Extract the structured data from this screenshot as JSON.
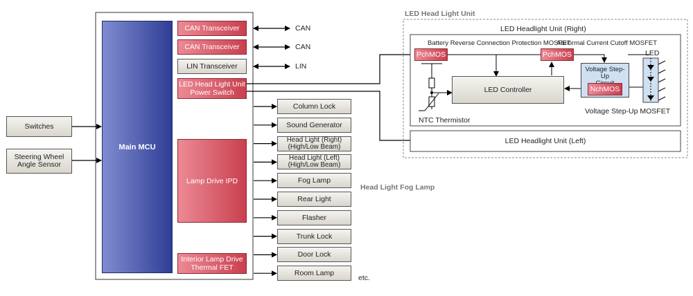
{
  "inputs": {
    "switches": "Switches",
    "steering": [
      "Steering Wheel",
      "Angle Sensor"
    ]
  },
  "mcu": {
    "main": "Main MCU",
    "can1": "CAN Transceiver",
    "can2": "CAN Transceiver",
    "lin": "LIN Transceiver",
    "power_switch": [
      "LED Head Light Unit",
      "Power Switch"
    ],
    "lamp_ipd": "Lamp Drive IPD",
    "interior": [
      "Interior Lamp Drive",
      "Thermal FET"
    ]
  },
  "bus_labels": {
    "can1": "CAN",
    "can2": "CAN",
    "lin": "LIN"
  },
  "loads": [
    [
      "Column Lock"
    ],
    [
      "Sound Generator"
    ],
    [
      "Head Light (Right)",
      "(High/Low Beam)"
    ],
    [
      "Head Light (Left)",
      "(High/Low Beam)"
    ],
    [
      "Fog Lamp"
    ],
    [
      "Rear Light"
    ],
    [
      "Flasher"
    ],
    [
      "Trunk Lock"
    ],
    [
      "Door Lock"
    ],
    [
      "Room Lamp"
    ]
  ],
  "etc": "etc.",
  "fog_caption": "Head Light Fog Lamp",
  "led_unit": {
    "title": "LED Head Light Unit",
    "right_title": "LED Headlight Unit (Right)",
    "left_title": "LED Headlight Unit (Left)",
    "battery_label": "Battery Reverse Connection Protection MOSFET",
    "cutoff_label": "Abnormal Current Cutoff MOSFET",
    "pchmos1": "PchMOS",
    "pchmos2": "PchMOS",
    "controller": "LED Controller",
    "stepup": [
      "Voltage Step-Up",
      "Circuit"
    ],
    "nchmos": "NchMOS",
    "led": "LED",
    "ntc": "NTC Thermistor",
    "stepup_mosfet": "Voltage Step-Up MOSFET"
  },
  "colors": {
    "mcu_blue_dark": "#2f3d96",
    "mcu_blue_light": "#7f8dd0",
    "ipd_red": "#c9404f",
    "led_blue": "#cfe0f2"
  }
}
